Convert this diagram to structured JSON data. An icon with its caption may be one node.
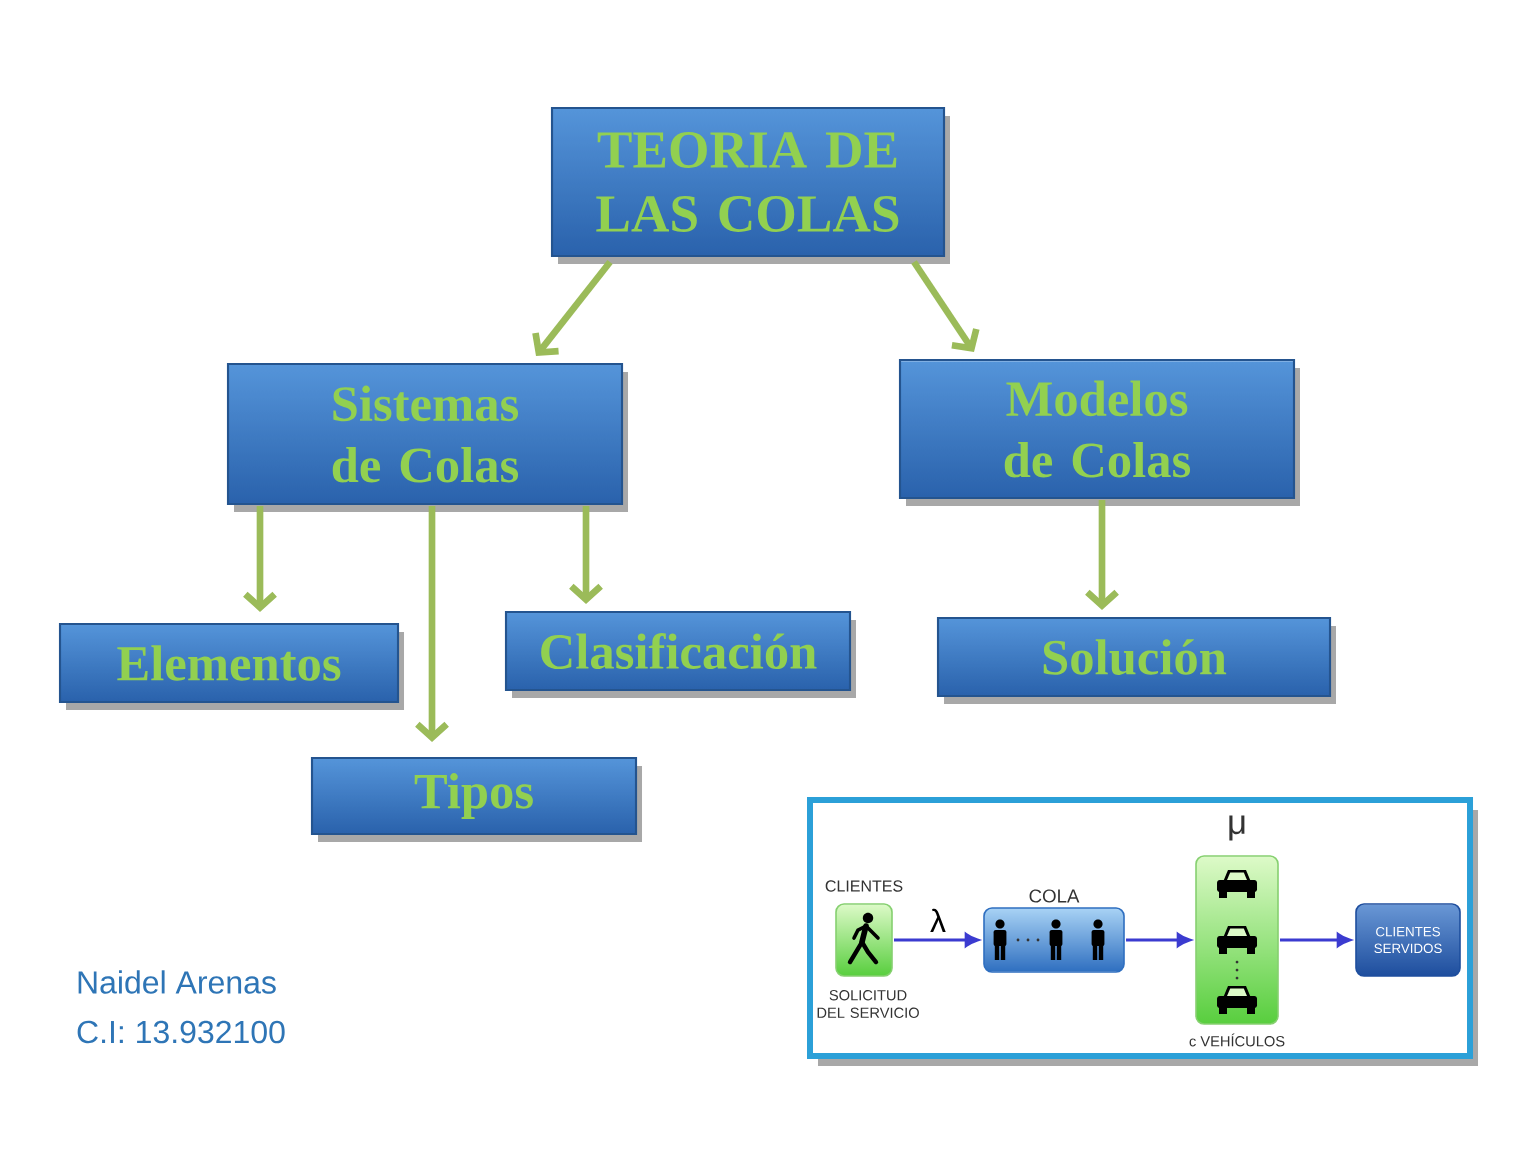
{
  "diagram": {
    "nodes": [
      {
        "text": [
          "TEORIA DE LAS COLAS"
        ]
      },
      {
        "text": [
          "Sistemas de Colas"
        ]
      },
      {
        "text": [
          "Modelos de Colas"
        ]
      },
      {
        "text": [
          "Elementos"
        ]
      },
      {
        "text": [
          "Clasificación"
        ]
      },
      {
        "text": [
          "Solución"
        ]
      },
      {
        "text": [
          "Tipos"
        ]
      },
      {
        "text": [],
        "shape": "picture"
      },
      {
        "text": [
          "CLIENTES",
          "SOLICITUD DEL SERVICIO"
        ],
        "in": 7
      },
      {
        "text": [
          "COLA"
        ],
        "in": 7
      },
      {
        "text": [
          "μ",
          "c VEHÍCULOS"
        ],
        "in": 7
      },
      {
        "text": [
          "CLIENTES SERVIDOS"
        ],
        "in": 7
      }
    ],
    "edges": [
      {
        "from": 0,
        "to": 1,
        "arrow": "to"
      },
      {
        "from": 0,
        "to": 2,
        "arrow": "to"
      },
      {
        "from": 1,
        "to": 3,
        "arrow": "to"
      },
      {
        "from": 1,
        "to": 6,
        "arrow": "to"
      },
      {
        "from": 1,
        "to": 4,
        "arrow": "to"
      },
      {
        "from": 2,
        "to": 5,
        "arrow": "to"
      },
      {
        "from": 8,
        "to": 9,
        "arrow": "to",
        "label": "λ",
        "color": "#3b3bd0"
      },
      {
        "from": 9,
        "to": 10,
        "arrow": "to",
        "color": "#3b3bd0"
      },
      {
        "from": 10,
        "to": 11,
        "arrow": "to",
        "color": "#3b3bd0"
      }
    ],
    "labels": [
      "Naidel Arenas",
      "C.I: 13.932100"
    ]
  }
}
